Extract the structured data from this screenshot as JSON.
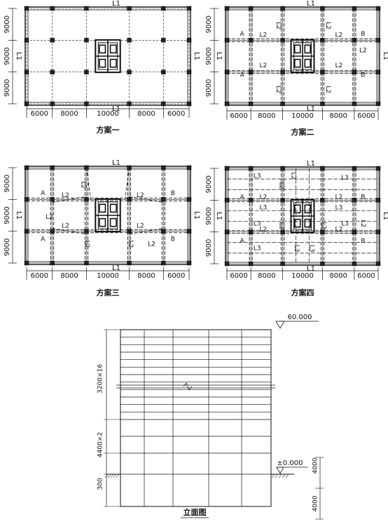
{
  "plans": [
    {
      "caption": "方案一",
      "bay_dims": [
        "6000",
        "8000",
        "10000",
        "8000",
        "6000"
      ],
      "row_dims": [
        "9000",
        "9000",
        "9000"
      ],
      "beam_labels": {
        "top": "L1",
        "bottom": "L1",
        "left": "L1",
        "right": "L1"
      },
      "inner": []
    },
    {
      "caption": "方案二",
      "bay_dims": [
        "6000",
        "8000",
        "10000",
        "8000",
        "6000"
      ],
      "row_dims": [
        "9000",
        "9000",
        "9000"
      ],
      "beam_labels": {
        "top": "L1",
        "bottom": "L1",
        "left": "L1",
        "right": "L1"
      },
      "inner": [
        "A",
        "L2",
        "L2",
        "L2",
        "B",
        "L2",
        "L2",
        "L2",
        "L2",
        "A",
        "L2",
        "L2",
        "B"
      ]
    },
    {
      "caption": "方案三",
      "bay_dims": [
        "6000",
        "8000",
        "10000",
        "8000",
        "6000"
      ],
      "row_dims": [
        "9000",
        "9000",
        "9000"
      ],
      "beam_labels": {
        "top": "L1",
        "bottom": "L1",
        "left": "L1",
        "right": "L1"
      },
      "inner": [
        "A",
        "L2",
        "L2",
        "L2",
        "B",
        "L2",
        "L2",
        "A",
        "L2",
        "L2",
        "L2",
        "L2",
        "B"
      ]
    },
    {
      "caption": "方案四",
      "bay_dims": [
        "6000",
        "8000",
        "10000",
        "8000",
        "6000"
      ],
      "row_dims": [
        "9000",
        "9000",
        "9000"
      ],
      "beam_labels": {
        "top": "L1",
        "bottom": "L1",
        "left": "L1",
        "right": "L1"
      },
      "inner": [
        "L3",
        "L2",
        "L3",
        "A",
        "L2",
        "L2",
        "B",
        "L3",
        "L3",
        "L3",
        "L3",
        "L3",
        "A",
        "L2",
        "L2",
        "B",
        "L2",
        "L2",
        "L3",
        "L2",
        "L3",
        "L2"
      ]
    }
  ],
  "elevation": {
    "caption": "立面图",
    "top_level": "60.000",
    "ground_level": "±0.000",
    "dims_left": [
      "3200×16",
      "4400×2",
      "300"
    ],
    "dims_right": [
      "4000",
      "4000"
    ]
  }
}
